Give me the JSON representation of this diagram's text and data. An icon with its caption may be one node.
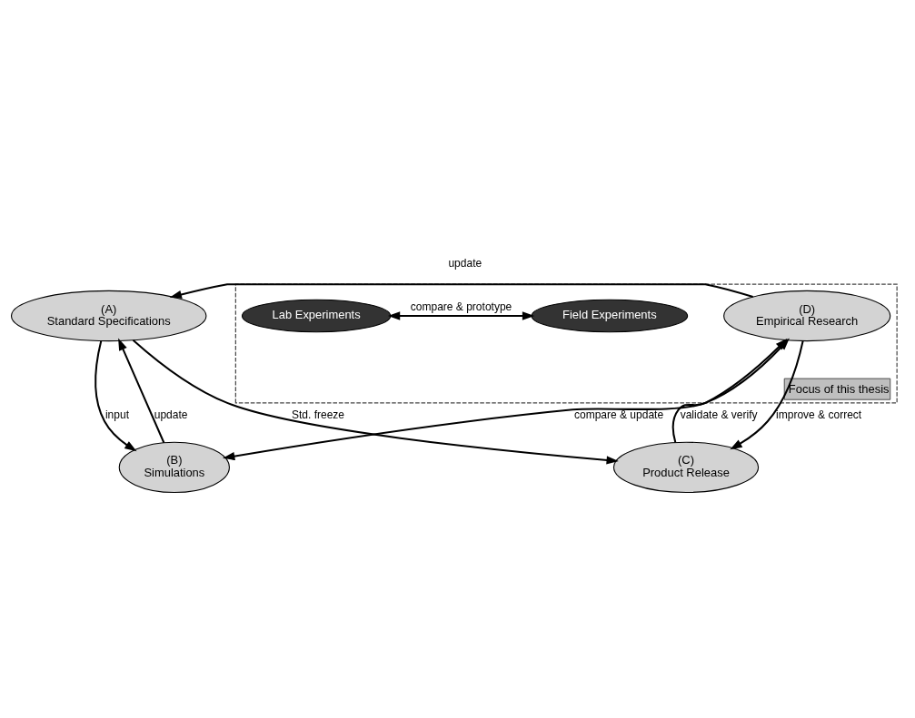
{
  "diagram": {
    "nodes": [
      {
        "text": [
          "(A)",
          "Standard Specifications"
        ]
      },
      {
        "text": [
          "(B)",
          "Simulations"
        ]
      },
      {
        "text": [
          "(C)",
          "Product Release"
        ]
      },
      {
        "text": [
          "Focus of this thesis"
        ]
      },
      {
        "text": [
          "(D)",
          "Empirical Research"
        ],
        "in": 3
      },
      {
        "text": [
          "Lab Experiments"
        ],
        "in": 3
      },
      {
        "text": [
          "Field Experiments"
        ],
        "in": 3
      }
    ],
    "edges": [
      {
        "from": 0,
        "to": 1,
        "arrow": "to",
        "label": "input"
      },
      {
        "from": 1,
        "to": 0,
        "arrow": "to",
        "label": "update"
      },
      {
        "from": 4,
        "to": 0,
        "arrow": "to",
        "label": "update"
      },
      {
        "from": 0,
        "to": 2,
        "arrow": "to",
        "label": "Std. freeze"
      },
      {
        "from": 1,
        "to": 4,
        "arrow": "both",
        "label": "compare & update"
      },
      {
        "from": 4,
        "to": 2,
        "arrow": "to",
        "label": "improve & correct"
      },
      {
        "from": 2,
        "to": 4,
        "arrow": "to",
        "label": "validate & verify"
      },
      {
        "from": 5,
        "to": 6,
        "arrow": "both",
        "label": "compare & prototype"
      }
    ]
  }
}
